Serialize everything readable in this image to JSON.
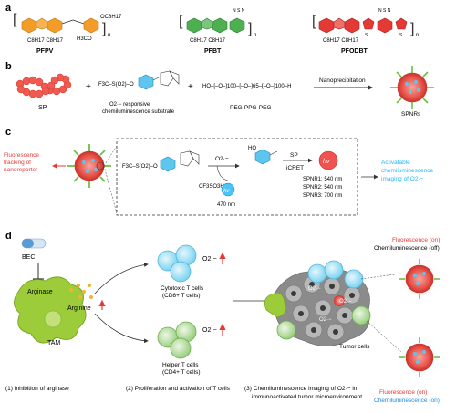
{
  "panels": {
    "a": "a",
    "b": "b",
    "c": "c",
    "d": "d"
  },
  "polymers": [
    {
      "name": "PFPV",
      "side_chains": "C8H17 C8H17",
      "sub1": "OC8H17",
      "sub2": "H3CO",
      "repeat": "n",
      "color": "#f39c28"
    },
    {
      "name": "PFBT",
      "side_chains": "C8H17 C8H17",
      "heteroatoms": "N S N",
      "repeat": "n",
      "color": "#4caf50"
    },
    {
      "name": "PFODBT",
      "side_chains": "C8H17 C8H17",
      "heteroatoms": "N S N",
      "thiophene": "S",
      "repeat": "n",
      "color": "#e53935"
    }
  ],
  "panel_b": {
    "sp_label": "SP",
    "substrate_label_1": "O2·− responsive",
    "substrate_label_2": "chemiluminescence substrate",
    "substrate_formula": "F3C–S(O2)–O",
    "peg_label": "PEG-PPG-PEG",
    "peg_formula": "HO–[–O–]100–[–O–]65–[–O–]100–H",
    "plus1": "+",
    "plus2": "+",
    "process": "Nanoprecipitation",
    "product": "SPNRs"
  },
  "panel_c": {
    "left_text_1": "Fluorescence",
    "left_text_2": "tracking of",
    "left_text_3": "nanoreporter",
    "reactant": "F3C–S(O2)–O",
    "o2_label": "O2·−",
    "byproduct": "CF3SO3H",
    "hv_label": "hν",
    "wavelength_1": "470 nm",
    "sp_label": "SP",
    "icret": "iCRET",
    "hv_out": "hν",
    "spnr1": "SPNR1: 540 nm",
    "spnr2": "SPNR2: 540 nm",
    "spnr3": "SPNR3: 700 nm",
    "right_text_1": "Activatable",
    "right_text_2": "chemiluminescence",
    "right_text_3": "imaging of O2·−",
    "ho_label": "HO"
  },
  "panel_d": {
    "bec": "BEC",
    "arginase": "Arginase",
    "arginine": "Arginine",
    "tam": "TAM",
    "o2_1": "O2·−",
    "o2_2": "O2·−",
    "cytotoxic_1": "Cytotoxic T cells",
    "cytotoxic_2": "(CD8+ T cells)",
    "helper_1": "Helper T cells",
    "helper_2": "(CD4+ T cells)",
    "tumor": "Tumor cells",
    "o2_tumor_1": "O2·−",
    "o2_tumor_2": "O2·−",
    "o2_tumor_3": "O2·−",
    "fl_on_1": "Fluorescence (on)",
    "cl_off": "Chemiluminescence (off)",
    "fl_on_2": "Fluorescence (on)",
    "cl_on": "Chemiluminescence (on)",
    "step1": "(1) Inhibition of arginase",
    "step2": "(2) Proliferation and activation of T cells",
    "step3_1": "(3) Chemiluminescence imaging of O2·− in",
    "step3_2": "immunoactivated tumor microenvironment"
  },
  "colors": {
    "orange": "#f39c28",
    "green": "#4caf50",
    "red": "#e53935",
    "blue": "#29b6f6",
    "tam_green": "#9ccc3a",
    "text_red": "#e53935",
    "text_blue": "#1e88e5"
  }
}
